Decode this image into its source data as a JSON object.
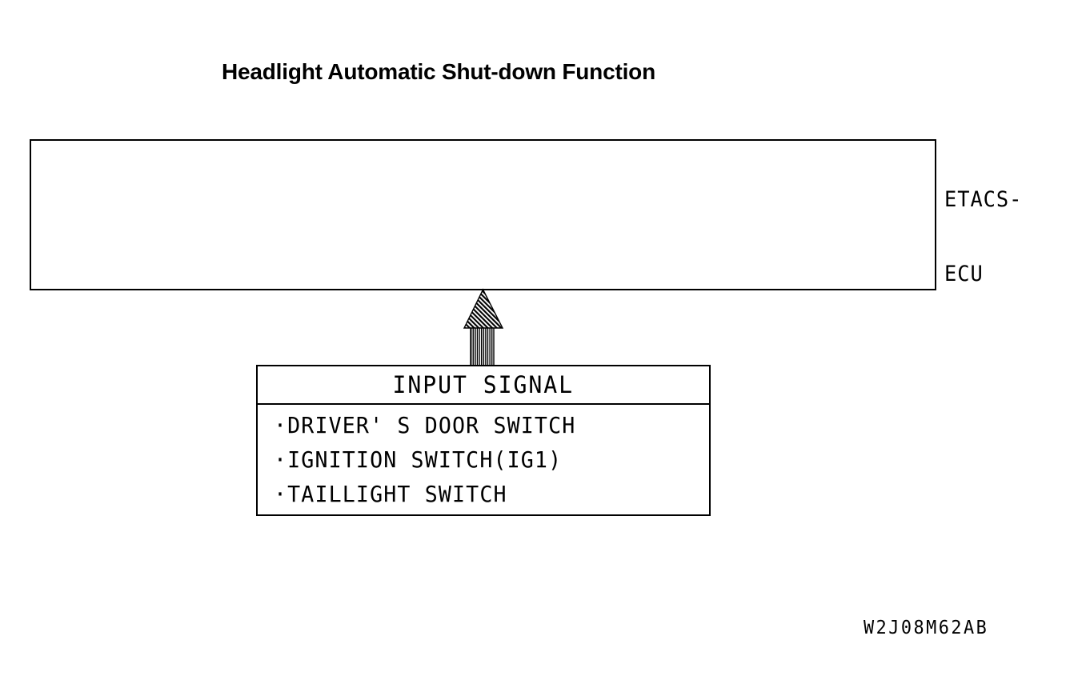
{
  "figure": {
    "title": "Headlight Automatic Shut-down Function",
    "reference_code": "W2J08M62AB",
    "background_color": "#ffffff",
    "line_color": "#000000"
  },
  "ecu_block": {
    "label_line1": "ETACS-",
    "label_line2": "ECU",
    "contents": ""
  },
  "arrow": {
    "name": "input-signal-arrow",
    "direction": "up",
    "fill_style": "hatched"
  },
  "input_block": {
    "header": "INPUT SIGNAL",
    "items": [
      "·DRIVER' S DOOR SWITCH",
      "·IGNITION SWITCH(IG1)",
      "·TAILLIGHT SWITCH"
    ]
  }
}
